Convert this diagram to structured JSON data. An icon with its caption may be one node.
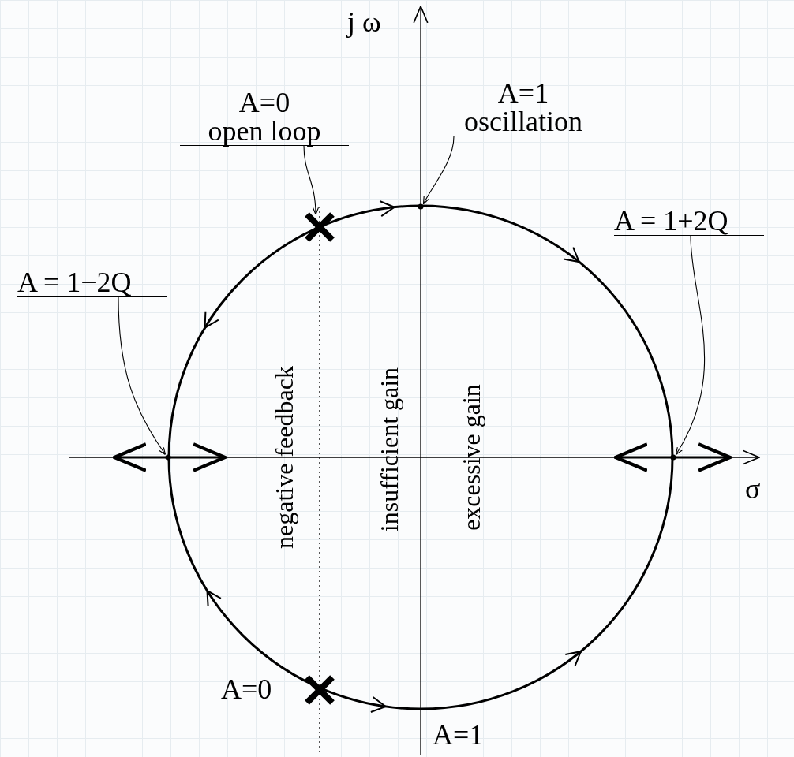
{
  "diagram": {
    "nodes": [
      {
        "text": [
          "A=0",
          "open loop"
        ]
      },
      {
        "text": [],
        "shape": "cross"
      },
      {
        "text": [
          "A=1",
          "oscillation"
        ]
      },
      {
        "text": [
          "A = 1+2Q"
        ]
      },
      {
        "text": [
          "A = 1−2Q"
        ]
      },
      {
        "text": [],
        "shape": "cross",
        "beside": [
          "A=0"
        ]
      },
      {
        "text": [],
        "shape": "point"
      },
      {
        "text": [],
        "shape": "point"
      },
      {
        "text": [],
        "shape": "point"
      }
    ],
    "edges": [
      {
        "from": 0,
        "to": 1,
        "arrow": "to"
      },
      {
        "from": 2,
        "to": 6,
        "arrow": "to"
      },
      {
        "from": 3,
        "to": 7,
        "arrow": "to"
      },
      {
        "from": 4,
        "to": 8,
        "arrow": "to"
      }
    ],
    "labels": [
      "j ω",
      "σ",
      "negative feedback",
      "insufficient gain",
      "excessive gain",
      "A=1"
    ]
  }
}
